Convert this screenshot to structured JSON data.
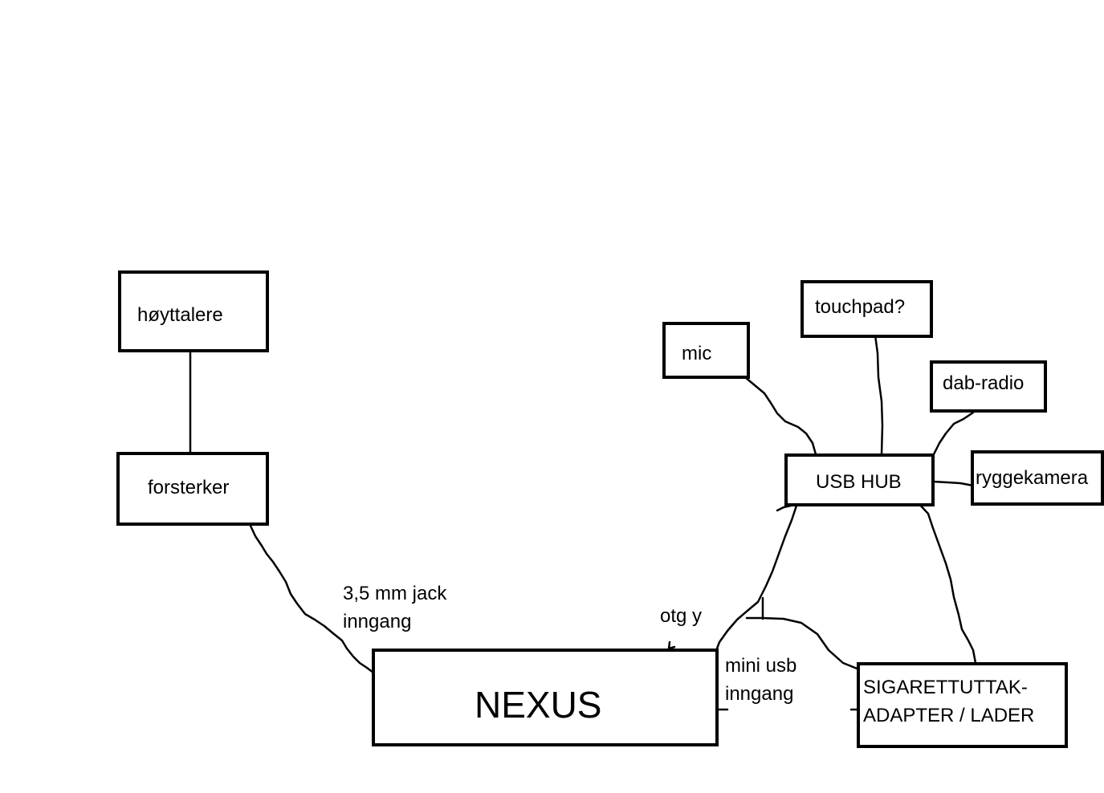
{
  "diagram": {
    "nodes": {
      "hoyttalere": "høyttalere",
      "forsterker": "forsterker",
      "nexus": "NEXUS",
      "mic": "mic",
      "touchpad": "touchpad?",
      "dab_radio": "dab-radio",
      "usb_hub": "USB HUB",
      "ryggekamera": "ryggekamera",
      "sigarettuttak_line1": "SIGARETTUTTAK-",
      "sigarettuttak_line2": "ADAPTER / LADER"
    },
    "annotations": {
      "jack_line1": "3,5 mm jack",
      "jack_line2": "inngang",
      "otg": "otg y",
      "mini_usb_line1": "mini usb",
      "mini_usb_line2": "inngang"
    },
    "connections": [
      {
        "from": "høyttalere",
        "to": "forsterker"
      },
      {
        "from": "forsterker",
        "to": "NEXUS"
      },
      {
        "from": "mic",
        "to": "USB HUB"
      },
      {
        "from": "touchpad?",
        "to": "USB HUB"
      },
      {
        "from": "dab-radio",
        "to": "USB HUB"
      },
      {
        "from": "ryggekamera",
        "to": "USB HUB"
      },
      {
        "from": "USB HUB",
        "to": "NEXUS"
      },
      {
        "from": "USB HUB",
        "to": "SIGARETTUTTAK-ADAPTER / LADER"
      },
      {
        "from": "NEXUS",
        "to": "SIGARETTUTTAK-ADAPTER / LADER"
      }
    ],
    "colors": {
      "line": "#000000",
      "background": "#ffffff"
    }
  }
}
